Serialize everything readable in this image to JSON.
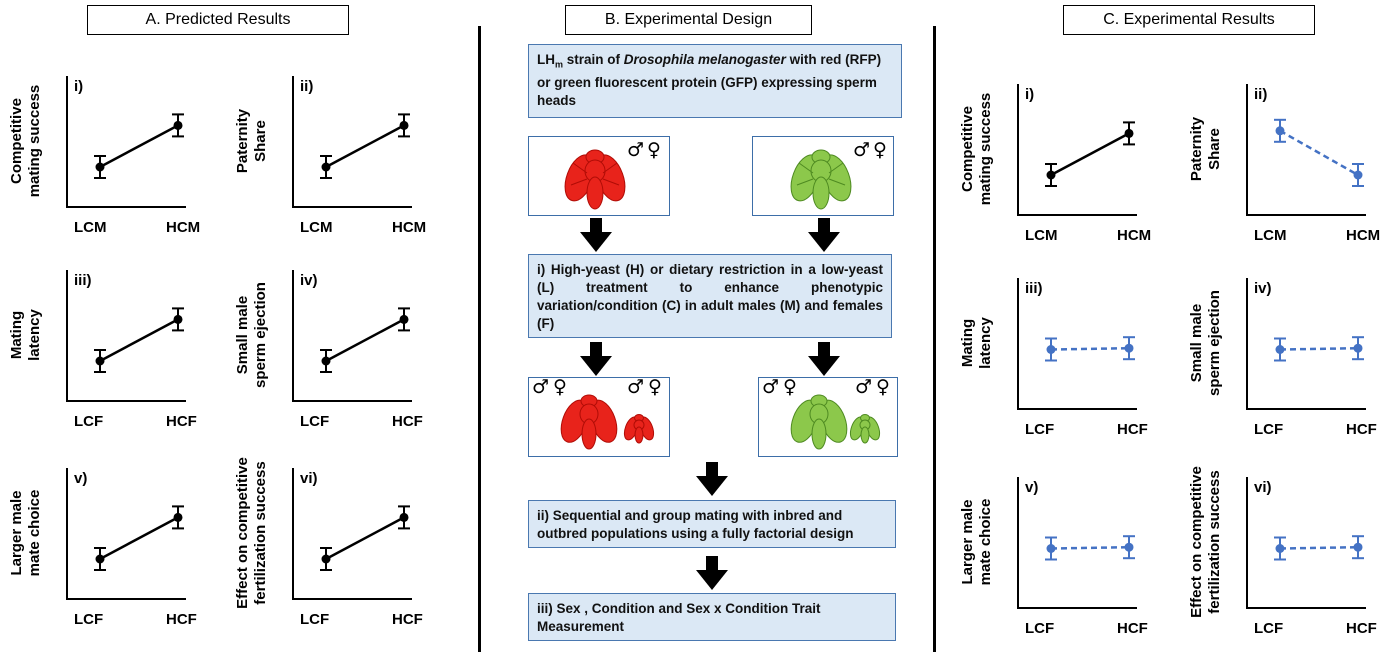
{
  "sections": {
    "a_title": "A. Predicted Results",
    "b_title": "B. Experimental Design",
    "c_title": "C. Experimental Results"
  },
  "predicted": [
    {
      "num": "i)",
      "ylabel": [
        "Competitive",
        "mating success"
      ],
      "xlabels": [
        "LCM",
        "HCM"
      ],
      "trend": "increase"
    },
    {
      "num": "ii)",
      "ylabel": [
        "Paternity",
        "Share"
      ],
      "xlabels": [
        "LCM",
        "HCM"
      ],
      "trend": "increase"
    },
    {
      "num": "iii)",
      "ylabel": [
        "Mating",
        "latency"
      ],
      "xlabels": [
        "LCF",
        "HCF"
      ],
      "trend": "increase"
    },
    {
      "num": "iv)",
      "ylabel": [
        "Small male",
        "sperm ejection"
      ],
      "xlabels": [
        "LCF",
        "HCF"
      ],
      "trend": "increase"
    },
    {
      "num": "v)",
      "ylabel": [
        "Larger male",
        "mate choice"
      ],
      "xlabels": [
        "LCF",
        "HCF"
      ],
      "trend": "increase"
    },
    {
      "num": "vi)",
      "ylabel": [
        "Effect on competitive",
        "fertilization success"
      ],
      "xlabels": [
        "LCF",
        "HCF"
      ],
      "trend": "increase"
    }
  ],
  "results": [
    {
      "num": "i)",
      "ylabel": [
        "Competitive",
        "mating success"
      ],
      "xlabels": [
        "LCM",
        "HCM"
      ],
      "trend": "increase"
    },
    {
      "num": "ii)",
      "ylabel": [
        "Paternity",
        "Share"
      ],
      "xlabels": [
        "LCM",
        "HCM"
      ],
      "trend": "decrease"
    },
    {
      "num": "iii)",
      "ylabel": [
        "Mating",
        "latency"
      ],
      "xlabels": [
        "LCF",
        "HCF"
      ],
      "trend": "flat"
    },
    {
      "num": "iv)",
      "ylabel": [
        "Small male",
        "sperm ejection"
      ],
      "xlabels": [
        "LCF",
        "HCF"
      ],
      "trend": "flat"
    },
    {
      "num": "v)",
      "ylabel": [
        "Larger male",
        "mate choice"
      ],
      "xlabels": [
        "LCF",
        "HCF"
      ],
      "trend": "flat"
    },
    {
      "num": "vi)",
      "ylabel": [
        "Effect on competitive",
        "fertilization success"
      ],
      "xlabels": [
        "LCF",
        "HCF"
      ],
      "trend": "flat"
    }
  ],
  "design": {
    "strain_pre": "LH",
    "strain_sub": "m",
    "strain_mid": " strain of ",
    "strain_species": "Drosophila melanogaster",
    "strain_post": " with red (RFP) or green fluorescent protein (GFP) expressing sperm heads",
    "step1": "i) High-yeast (H) or dietary restriction in a low-yeast (L) treatment to enhance phenotypic variation/condition (C) in adult males (M) and females (F)",
    "step2": "ii) Sequential and group mating with inbred and outbred populations using a fully factorial design",
    "step3": "iii) Sex , Condition and Sex x Condition Trait Measurement",
    "male_symbol": "♂",
    "female_symbol": "♀"
  },
  "colors": {
    "predicted_line": "#000000",
    "result_increase": "#000000",
    "result_other": "#4472c4",
    "box_fill": "#dbe8f5",
    "box_border": "#4a78b0",
    "red_fly": "#e8231b",
    "green_fly": "#8cc84b"
  }
}
